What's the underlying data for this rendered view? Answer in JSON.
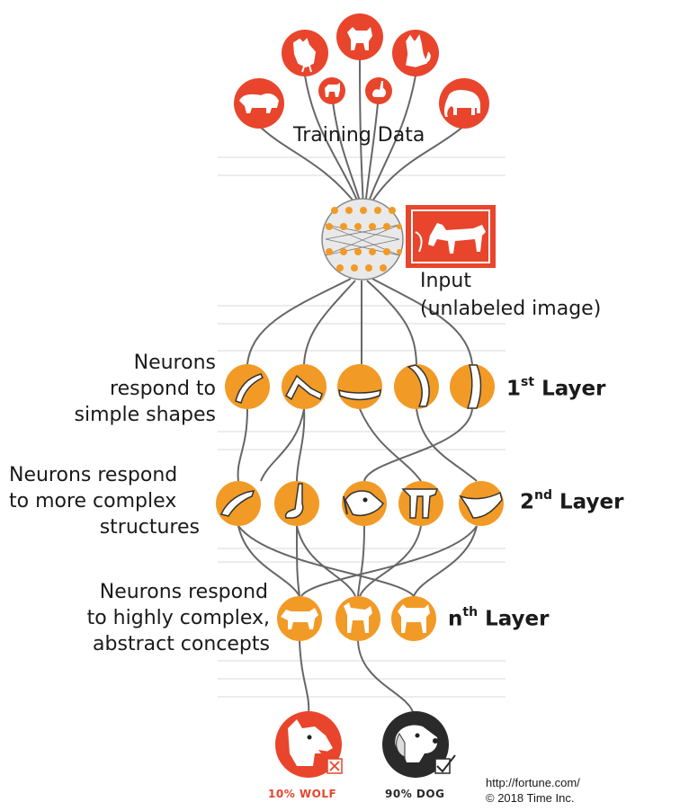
{
  "labels": {
    "training": "Training Data",
    "input_line1": "Input",
    "input_line2": "(unlabeled image)",
    "layer1_desc": [
      "Neurons",
      "respond to",
      "simple shapes"
    ],
    "layer2_desc": [
      "Neurons respond",
      "to more complex",
      "structures"
    ],
    "layern_desc": [
      "Neurons respond",
      "to highly complex,",
      "abstract concepts"
    ]
  },
  "layers": [
    {
      "prefix": "1",
      "suffix": "st",
      "word": "Layer"
    },
    {
      "prefix": "2",
      "suffix": "nd",
      "word": "Layer"
    },
    {
      "prefix": "n",
      "suffix": "th",
      "word": "Layer"
    }
  ],
  "outputs": {
    "wolf": "10% WOLF",
    "dog": "90% DOG"
  },
  "credit": {
    "line1": "http://fortune.com/",
    "line2": "© 2018 Time Inc."
  },
  "colors": {
    "red": "#e8452c",
    "orange": "#f29a26",
    "dark": "#2a2a2a",
    "line": "#666666"
  },
  "icons": {
    "training": [
      "rooster-icon",
      "dog-icon",
      "cat-icon",
      "bear-icon",
      "small-dog-icon",
      "rabbit-icon",
      "elephant-icon"
    ],
    "layer1": [
      "curve-shape-1",
      "curve-shape-2",
      "curve-shape-3",
      "curve-shape-4",
      "curve-shape-5"
    ],
    "layer2": [
      "ear-shape",
      "paw-shape",
      "dog-face-shape",
      "legs-shape",
      "snout-shape"
    ],
    "layern": [
      "wolf-icon",
      "dog-icon",
      "dog-icon"
    ],
    "output": [
      "wolf-head-icon",
      "dog-head-icon"
    ]
  }
}
